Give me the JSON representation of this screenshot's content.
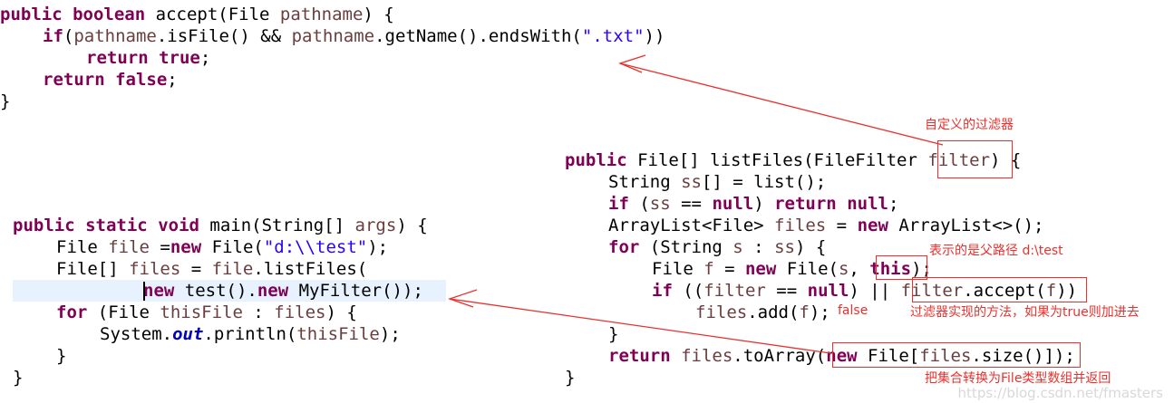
{
  "colors": {
    "keyword": "#7f0055",
    "variable": "#6a3e3e",
    "string": "#2a00ff",
    "static_field": "#0000c0",
    "annotation": "#e8312e",
    "line_highlight": "#e8f2fe"
  },
  "accept_method": {
    "l1": {
      "kw1": "public",
      "kw2": "boolean",
      "t1": "accept(File ",
      "var": "pathname",
      "t2": ") {"
    },
    "l2": {
      "kw": "if",
      "t1": "(",
      "v1": "pathname",
      "t2": ".isFile() && ",
      "v2": "pathname",
      "t3": ".getName().endsWith(",
      "str": "\".txt\"",
      "t4": "))"
    },
    "l3": {
      "kw1": "return",
      "kw2": "true",
      "t1": ";"
    },
    "l4": {
      "kw1": "return",
      "kw2": "false",
      "t1": ";"
    },
    "l5": {
      "t1": "}"
    }
  },
  "main_method": {
    "l1": {
      "kw1": "public",
      "kw2": "static",
      "kw3": "void",
      "t1": " main(String[] ",
      "var": "args",
      "t2": ") {"
    },
    "l2": {
      "t1": "File ",
      "var": "file",
      "t2": " =",
      "kw": "new",
      "t3": " File(",
      "str": "\"d:\\\\test\"",
      "t4": ");"
    },
    "l3": {
      "t1": "File[] ",
      "var": "files",
      "t2": " = ",
      "v2": "file",
      "t3": ".listFiles("
    },
    "l4": {
      "kw1": "new",
      "t1": " test().",
      "kw2": "new",
      "t2": " MyFilter());"
    },
    "l5": {
      "kw": "for",
      "t1": " (File ",
      "var": "thisFile",
      "t2": " : ",
      "v2": "files",
      "t3": ") {"
    },
    "l6": {
      "t1": "System.",
      "stat": "out",
      "t2": ".println(",
      "var": "thisFile",
      "t3": ");"
    },
    "l7": {
      "t1": "}"
    },
    "l8": {
      "t1": "}"
    }
  },
  "list_files_method": {
    "l1": {
      "kw": "public",
      "t1": " File[] listFiles(FileFilter ",
      "var": "filter",
      "t2": ") {"
    },
    "l2": {
      "t1": "String ",
      "var": "ss",
      "t2": "[] = list();"
    },
    "l3": {
      "kw1": "if",
      "t1": " (",
      "var": "ss",
      "t2": " == ",
      "kw2": "null",
      "t3": ") ",
      "kw3": "return",
      "t4": " ",
      "kw4": "null",
      "t5": ";"
    },
    "l4": {
      "t1": "ArrayList<File> ",
      "var": "files",
      "t2": " = ",
      "kw": "new",
      "t3": " ArrayList<>();"
    },
    "l5": {
      "kw": "for",
      "t1": " (String ",
      "var": "s",
      "t2": " : ",
      "v2": "ss",
      "t3": ") {"
    },
    "l6": {
      "t1": "File ",
      "var": "f",
      "t2": " = ",
      "kw": "new",
      "t3": " File(",
      "v2": "s",
      "t4": ", ",
      "kw2": "this",
      "t5": ");"
    },
    "l7": {
      "kw": "if",
      "t1": " ((",
      "var": "filter",
      "t2": " == ",
      "kw2": "null",
      "t3": ") || ",
      "v2": "filter",
      "t4": ".accept(",
      "v3": "f",
      "t5": "))"
    },
    "l8": {
      "var": "files",
      "t1": ".add(",
      "v2": "f",
      "t2": ");"
    },
    "l9": {
      "t1": "}"
    },
    "l10": {
      "kw": "return",
      "t1": " ",
      "var": "files",
      "t2": ".toArray(",
      "kw2": "new",
      "t3": " File[",
      "v2": "files",
      "t4": ".size()]);"
    },
    "l11": {
      "t1": "}"
    }
  },
  "annotations": {
    "custom_filter": "自定义的过滤器",
    "parent_path": "表示的是父路径 d:\\test",
    "false_label": "false",
    "filter_method": "过滤器实现的方法，如果为true则加进去",
    "to_array": "把集合转换为File类型数组并返回"
  },
  "watermark": "https://blog.csdn.net/fmasters"
}
